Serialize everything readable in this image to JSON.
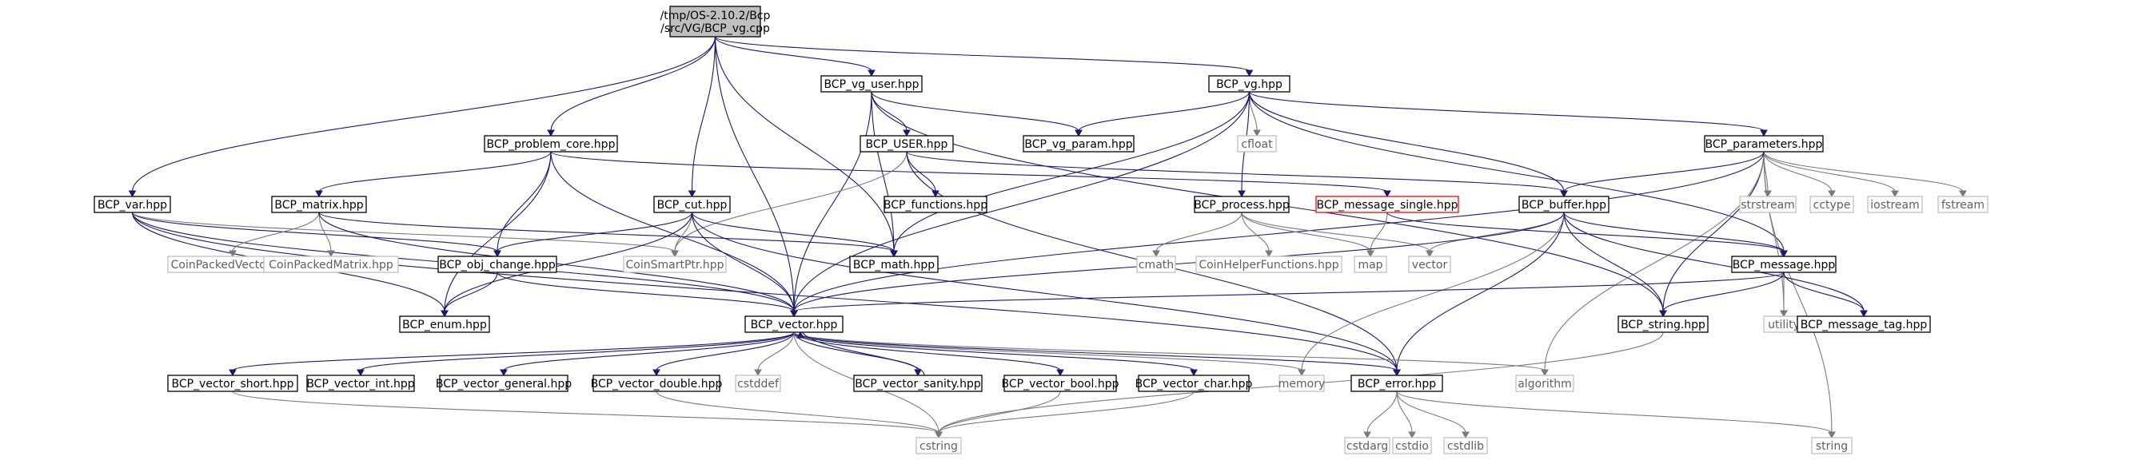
{
  "graph": {
    "nodes": [
      {
        "id": "root",
        "lines": [
          "/tmp/OS-2.10.2/Bcp",
          "/src/VG/BCP_vg.cpp"
        ],
        "kind": "root"
      },
      {
        "id": "vg_user",
        "lines": [
          "BCP_vg_user.hpp"
        ],
        "kind": "file"
      },
      {
        "id": "vg",
        "lines": [
          "BCP_vg.hpp"
        ],
        "kind": "file"
      },
      {
        "id": "problem_core",
        "lines": [
          "BCP_problem_core.hpp"
        ],
        "kind": "file"
      },
      {
        "id": "user",
        "lines": [
          "BCP_USER.hpp"
        ],
        "kind": "file"
      },
      {
        "id": "vg_param",
        "lines": [
          "BCP_vg_param.hpp"
        ],
        "kind": "file"
      },
      {
        "id": "cfloat",
        "lines": [
          "cfloat"
        ],
        "kind": "system"
      },
      {
        "id": "parameters",
        "lines": [
          "BCP_parameters.hpp"
        ],
        "kind": "file"
      },
      {
        "id": "var",
        "lines": [
          "BCP_var.hpp"
        ],
        "kind": "file"
      },
      {
        "id": "matrix",
        "lines": [
          "BCP_matrix.hpp"
        ],
        "kind": "file"
      },
      {
        "id": "cut",
        "lines": [
          "BCP_cut.hpp"
        ],
        "kind": "file"
      },
      {
        "id": "functions",
        "lines": [
          "BCP_functions.hpp"
        ],
        "kind": "file"
      },
      {
        "id": "process",
        "lines": [
          "BCP_process.hpp"
        ],
        "kind": "file"
      },
      {
        "id": "msg_single",
        "lines": [
          "BCP_message_single.hpp"
        ],
        "kind": "missing"
      },
      {
        "id": "buffer",
        "lines": [
          "BCP_buffer.hpp"
        ],
        "kind": "file"
      },
      {
        "id": "strstream",
        "lines": [
          "strstream"
        ],
        "kind": "system"
      },
      {
        "id": "cctype",
        "lines": [
          "cctype"
        ],
        "kind": "system"
      },
      {
        "id": "iostream",
        "lines": [
          "iostream"
        ],
        "kind": "system"
      },
      {
        "id": "fstream",
        "lines": [
          "fstream"
        ],
        "kind": "system"
      },
      {
        "id": "cpv",
        "lines": [
          "CoinPackedVector.hpp"
        ],
        "kind": "system"
      },
      {
        "id": "cpm",
        "lines": [
          "CoinPackedMatrix.hpp"
        ],
        "kind": "system"
      },
      {
        "id": "obj_change",
        "lines": [
          "BCP_obj_change.hpp"
        ],
        "kind": "file"
      },
      {
        "id": "csp",
        "lines": [
          "CoinSmartPtr.hpp"
        ],
        "kind": "system"
      },
      {
        "id": "math",
        "lines": [
          "BCP_math.hpp"
        ],
        "kind": "file"
      },
      {
        "id": "cmath",
        "lines": [
          "cmath"
        ],
        "kind": "system"
      },
      {
        "id": "chf",
        "lines": [
          "CoinHelperFunctions.hpp"
        ],
        "kind": "system"
      },
      {
        "id": "map",
        "lines": [
          "map"
        ],
        "kind": "system"
      },
      {
        "id": "vector",
        "lines": [
          "vector"
        ],
        "kind": "system"
      },
      {
        "id": "message",
        "lines": [
          "BCP_message.hpp"
        ],
        "kind": "file"
      },
      {
        "id": "enum",
        "lines": [
          "BCP_enum.hpp"
        ],
        "kind": "file"
      },
      {
        "id": "bvector",
        "lines": [
          "BCP_vector.hpp"
        ],
        "kind": "file"
      },
      {
        "id": "string_h",
        "lines": [
          "BCP_string.hpp"
        ],
        "kind": "file"
      },
      {
        "id": "utility",
        "lines": [
          "utility"
        ],
        "kind": "system"
      },
      {
        "id": "msg_tag",
        "lines": [
          "BCP_message_tag.hpp"
        ],
        "kind": "file"
      },
      {
        "id": "v_short",
        "lines": [
          "BCP_vector_short.hpp"
        ],
        "kind": "file"
      },
      {
        "id": "v_int",
        "lines": [
          "BCP_vector_int.hpp"
        ],
        "kind": "file"
      },
      {
        "id": "v_general",
        "lines": [
          "BCP_vector_general.hpp"
        ],
        "kind": "file"
      },
      {
        "id": "v_double",
        "lines": [
          "BCP_vector_double.hpp"
        ],
        "kind": "file"
      },
      {
        "id": "cstddef",
        "lines": [
          "cstddef"
        ],
        "kind": "system"
      },
      {
        "id": "v_sanity",
        "lines": [
          "BCP_vector_sanity.hpp"
        ],
        "kind": "file"
      },
      {
        "id": "v_bool",
        "lines": [
          "BCP_vector_bool.hpp"
        ],
        "kind": "file"
      },
      {
        "id": "v_char",
        "lines": [
          "BCP_vector_char.hpp"
        ],
        "kind": "file"
      },
      {
        "id": "memory",
        "lines": [
          "memory"
        ],
        "kind": "system"
      },
      {
        "id": "error",
        "lines": [
          "BCP_error.hpp"
        ],
        "kind": "file"
      },
      {
        "id": "algorithm",
        "lines": [
          "algorithm"
        ],
        "kind": "system"
      },
      {
        "id": "cstring",
        "lines": [
          "cstring"
        ],
        "kind": "system"
      },
      {
        "id": "cstdarg",
        "lines": [
          "cstdarg"
        ],
        "kind": "system"
      },
      {
        "id": "cstdio",
        "lines": [
          "cstdio"
        ],
        "kind": "system"
      },
      {
        "id": "cstdlib",
        "lines": [
          "cstdlib"
        ],
        "kind": "system"
      },
      {
        "id": "string",
        "lines": [
          "string"
        ],
        "kind": "system"
      }
    ],
    "edges": [
      [
        "root",
        "vg_user"
      ],
      [
        "root",
        "vg"
      ],
      [
        "root",
        "problem_core"
      ],
      [
        "root",
        "var"
      ],
      [
        "root",
        "cut"
      ],
      [
        "root",
        "math"
      ],
      [
        "root",
        "bvector"
      ],
      [
        "vg_user",
        "user"
      ],
      [
        "vg_user",
        "vg_param"
      ],
      [
        "vg_user",
        "math"
      ],
      [
        "vg_user",
        "bvector"
      ],
      [
        "vg_user",
        "string_h"
      ],
      [
        "vg",
        "vg_param"
      ],
      [
        "vg",
        "cfloat"
      ],
      [
        "vg",
        "parameters"
      ],
      [
        "vg",
        "process"
      ],
      [
        "vg",
        "buffer"
      ],
      [
        "vg",
        "message"
      ],
      [
        "vg",
        "bvector"
      ],
      [
        "vg",
        "math"
      ],
      [
        "problem_core",
        "matrix"
      ],
      [
        "problem_core",
        "msg_single"
      ],
      [
        "problem_core",
        "obj_change"
      ],
      [
        "problem_core",
        "enum"
      ],
      [
        "problem_core",
        "bvector"
      ],
      [
        "user",
        "functions"
      ],
      [
        "user",
        "csp"
      ],
      [
        "user",
        "buffer"
      ],
      [
        "user",
        "error"
      ],
      [
        "parameters",
        "strstream"
      ],
      [
        "parameters",
        "cctype"
      ],
      [
        "parameters",
        "iostream"
      ],
      [
        "parameters",
        "fstream"
      ],
      [
        "parameters",
        "buffer"
      ],
      [
        "parameters",
        "string_h"
      ],
      [
        "parameters",
        "string"
      ],
      [
        "parameters",
        "utility"
      ],
      [
        "parameters",
        "algorithm"
      ],
      [
        "parameters",
        "bvector"
      ],
      [
        "var",
        "obj_change"
      ],
      [
        "var",
        "csp"
      ],
      [
        "var",
        "enum"
      ],
      [
        "var",
        "bvector"
      ],
      [
        "var",
        "error"
      ],
      [
        "matrix",
        "cpv"
      ],
      [
        "matrix",
        "cpm"
      ],
      [
        "matrix",
        "math"
      ],
      [
        "matrix",
        "bvector"
      ],
      [
        "cut",
        "obj_change"
      ],
      [
        "cut",
        "csp"
      ],
      [
        "cut",
        "math"
      ],
      [
        "cut",
        "enum"
      ],
      [
        "cut",
        "bvector"
      ],
      [
        "cut",
        "error"
      ],
      [
        "process",
        "cmath"
      ],
      [
        "process",
        "chf"
      ],
      [
        "process",
        "map"
      ],
      [
        "process",
        "vector"
      ],
      [
        "msg_single",
        "map"
      ],
      [
        "msg_single",
        "message"
      ],
      [
        "buffer",
        "vector"
      ],
      [
        "buffer",
        "message"
      ],
      [
        "buffer",
        "string_h"
      ],
      [
        "buffer",
        "error"
      ],
      [
        "buffer",
        "bvector"
      ],
      [
        "buffer",
        "memory"
      ],
      [
        "buffer",
        "msg_tag"
      ],
      [
        "message",
        "utility"
      ],
      [
        "message",
        "string_h"
      ],
      [
        "message",
        "msg_tag"
      ],
      [
        "message",
        "bvector"
      ],
      [
        "obj_change",
        "enum"
      ],
      [
        "obj_change",
        "bvector"
      ],
      [
        "bvector",
        "v_short"
      ],
      [
        "bvector",
        "v_int"
      ],
      [
        "bvector",
        "v_general"
      ],
      [
        "bvector",
        "v_double"
      ],
      [
        "bvector",
        "cstddef"
      ],
      [
        "bvector",
        "v_sanity"
      ],
      [
        "bvector",
        "v_bool"
      ],
      [
        "bvector",
        "v_char"
      ],
      [
        "bvector",
        "memory"
      ],
      [
        "bvector",
        "error"
      ],
      [
        "bvector",
        "algorithm"
      ],
      [
        "bvector",
        "cstring"
      ],
      [
        "v_sanity",
        "bvector"
      ],
      [
        "string_h",
        "cstring"
      ],
      [
        "v_short",
        "cstring"
      ],
      [
        "v_double",
        "cstring"
      ],
      [
        "v_bool",
        "cstring"
      ],
      [
        "v_char",
        "cstring"
      ],
      [
        "error",
        "cstdarg"
      ],
      [
        "error",
        "cstdio"
      ],
      [
        "error",
        "cstdlib"
      ],
      [
        "error",
        "string"
      ]
    ]
  }
}
